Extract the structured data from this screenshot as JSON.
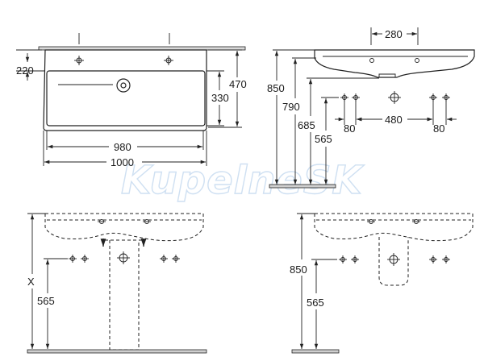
{
  "watermark": "KupelneSK",
  "top_view": {
    "depth": "220",
    "height": "470",
    "inner": "330",
    "width_inner": "980",
    "width_outer": "1000"
  },
  "side_view": {
    "top_width": "280",
    "h850": "850",
    "h790": "790",
    "h685": "685",
    "h565": "565",
    "gap_left": "80",
    "gap_mid": "480",
    "gap_right": "80"
  },
  "front_pedestal": {
    "x_label": "X",
    "h565": "565"
  },
  "front_semipedestal": {
    "h850": "850",
    "h565": "565"
  }
}
